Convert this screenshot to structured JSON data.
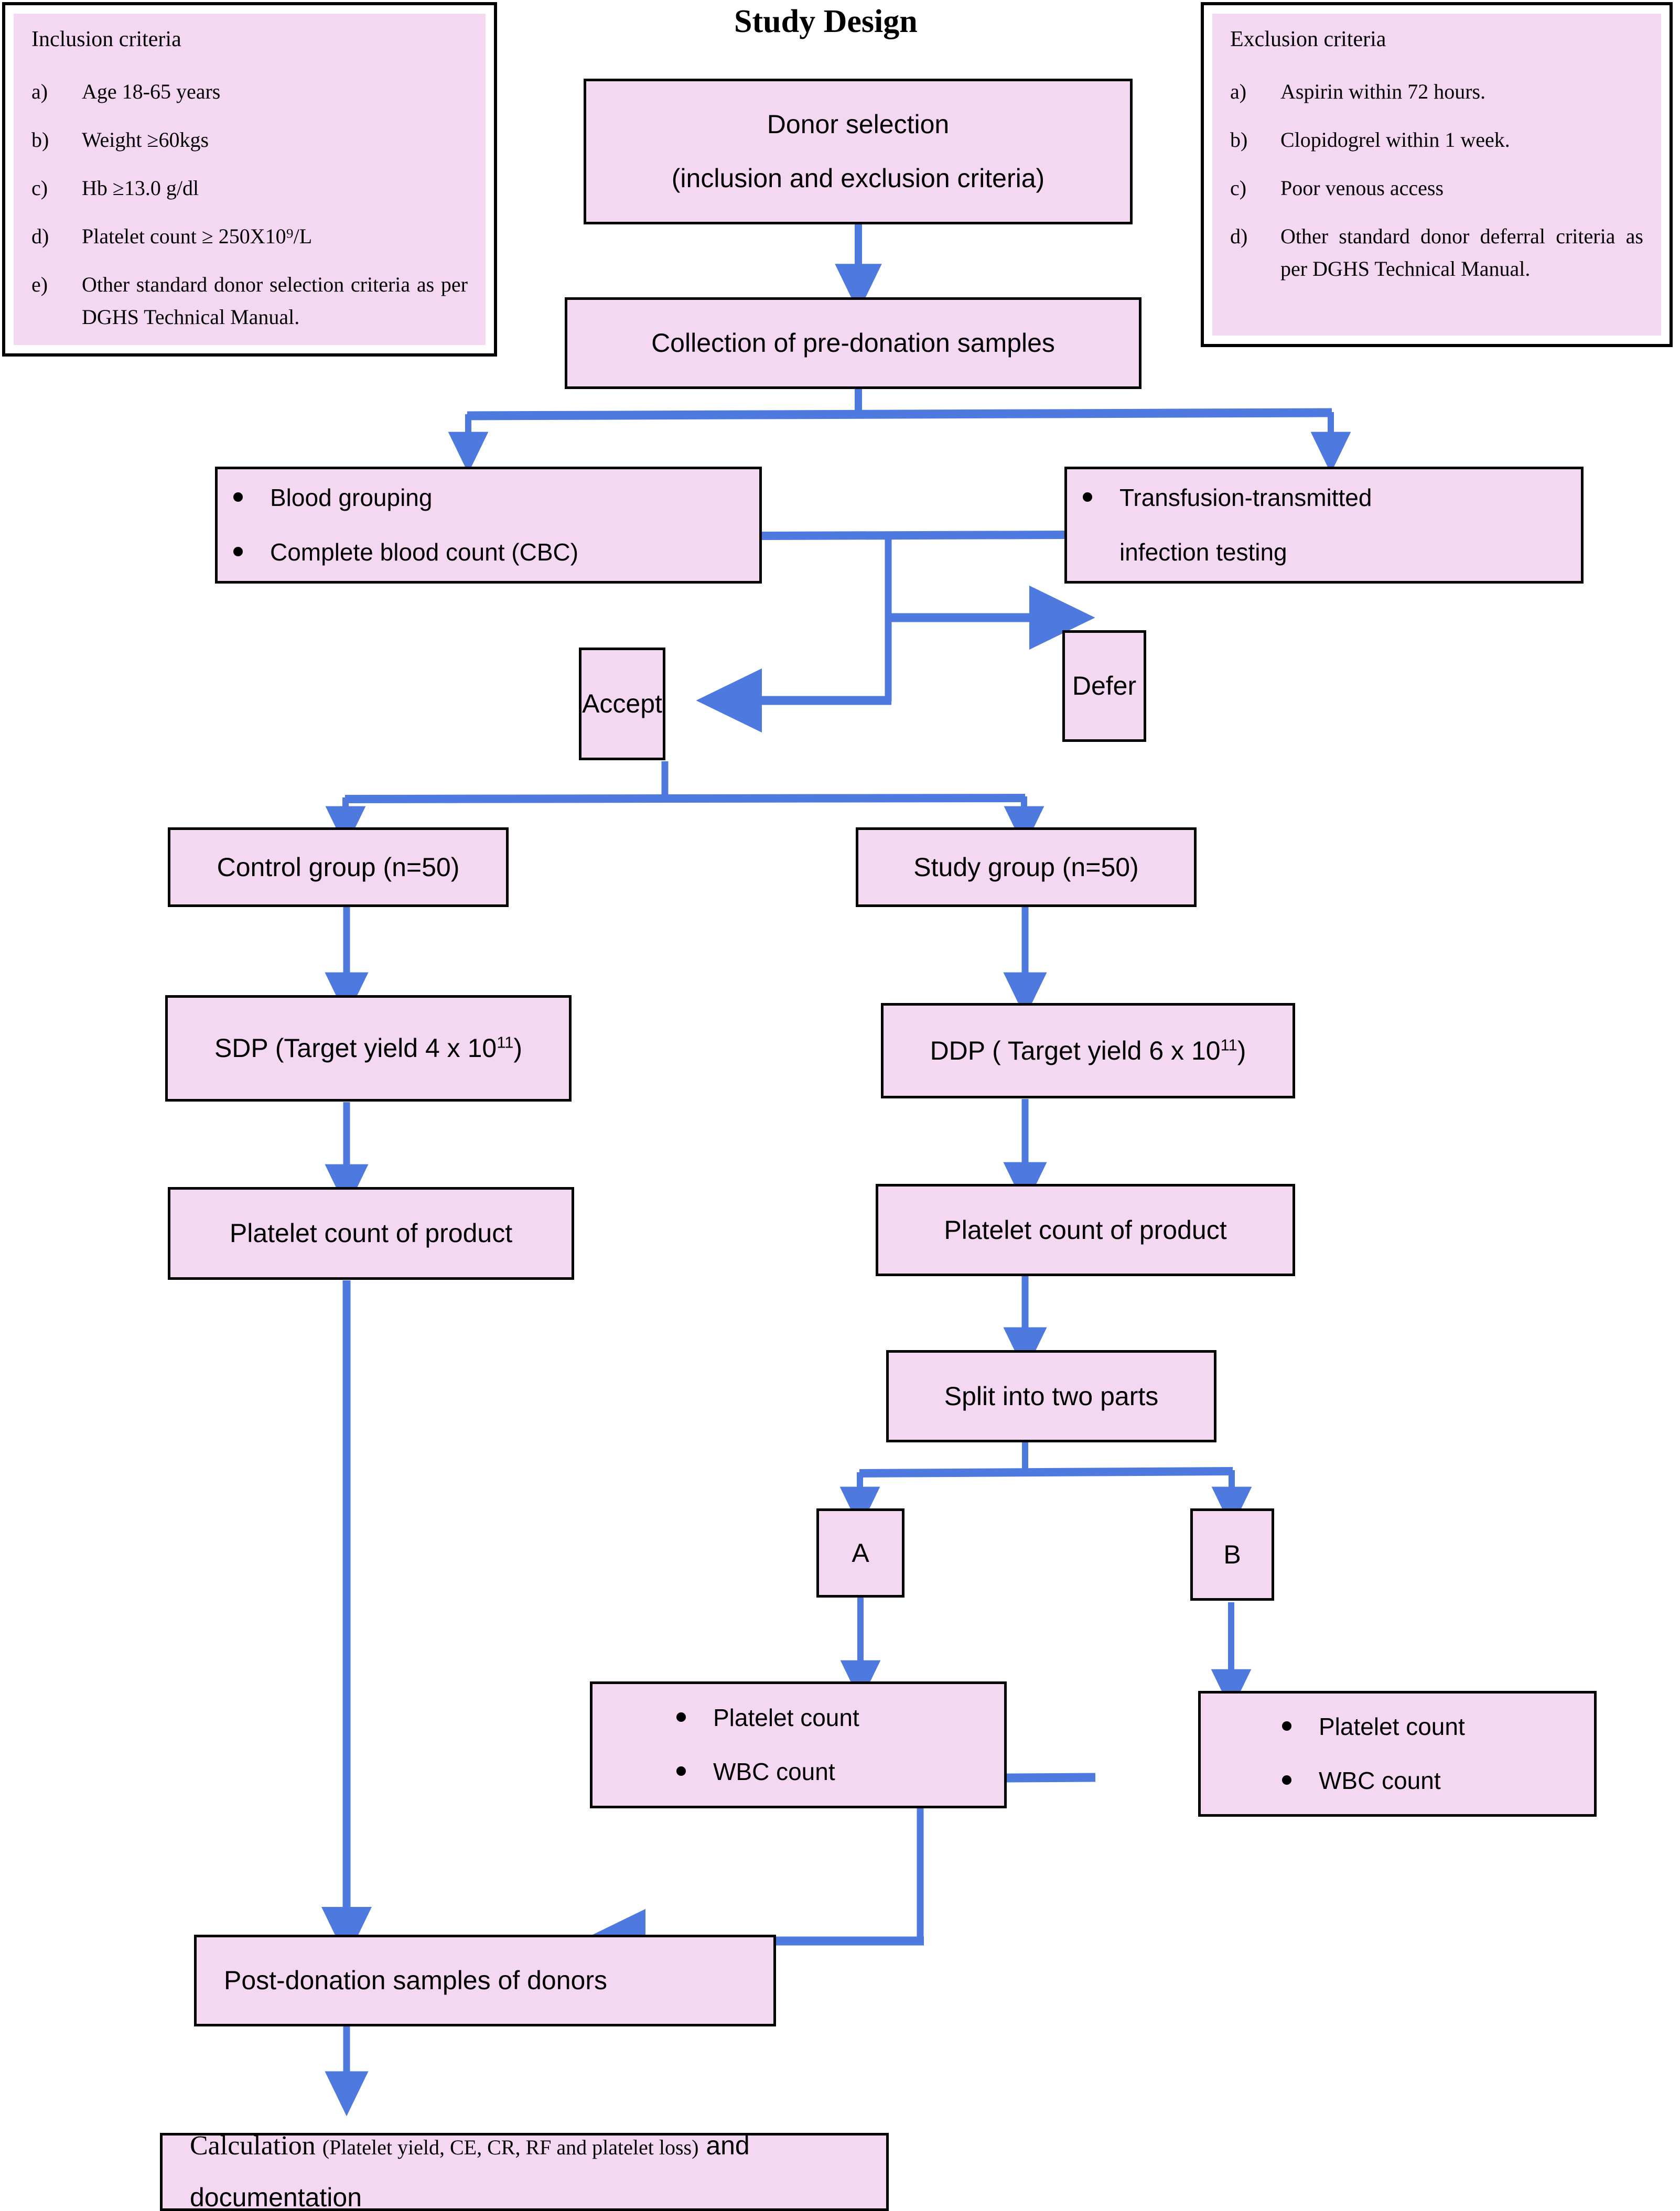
{
  "title": "Study Design",
  "colors": {
    "box_fill": "#f4d8f1",
    "box_border": "#000000",
    "arrow": "#4e7ae0"
  },
  "inclusion": {
    "heading": "Inclusion criteria",
    "items": [
      {
        "marker": "a)",
        "text": "Age 18-65 years"
      },
      {
        "marker": "b)",
        "text": "Weight ≥60kgs"
      },
      {
        "marker": "c)",
        "text": "Hb ≥13.0 g/dl"
      },
      {
        "marker": "d)",
        "text": "Platelet count ≥ 250X10⁹/L"
      },
      {
        "marker": "e)",
        "text": "Other standard donor selection criteria as per DGHS Technical Manual."
      }
    ]
  },
  "exclusion": {
    "heading": "Exclusion criteria",
    "items": [
      {
        "marker": "a)",
        "text": "Aspirin within 72 hours."
      },
      {
        "marker": "b)",
        "text": "Clopidogrel within 1 week."
      },
      {
        "marker": "c)",
        "text": "Poor venous access"
      },
      {
        "marker": "d)",
        "text": "Other standard donor deferral criteria as per DGHS Technical Manual."
      }
    ]
  },
  "nodes": {
    "donor_selection": {
      "line1": "Donor selection",
      "line2": "(inclusion and exclusion criteria)"
    },
    "collection": {
      "label": "Collection of pre-donation samples"
    },
    "pre_tests": {
      "bullets": [
        "Blood grouping",
        "Complete blood count (CBC)"
      ]
    },
    "tti": {
      "bullets": [
        "Transfusion-transmitted",
        "infection testing"
      ]
    },
    "accept": {
      "label": "Accept"
    },
    "defer": {
      "label": "Defer"
    },
    "control_group": {
      "label": "Control group (n=50)"
    },
    "study_group": {
      "label": "Study group (n=50)"
    },
    "sdp": {
      "prefix": "SDP (Target yield 4 x 10",
      "exponent": "11",
      "suffix": ")"
    },
    "ddp": {
      "prefix": "DDP ( Target yield 6 x 10",
      "exponent": "11",
      "suffix": ")"
    },
    "platelet_count_left": {
      "label": "Platelet count of product"
    },
    "platelet_count_right": {
      "label": "Platelet count of product"
    },
    "split": {
      "label": "Split into two parts"
    },
    "part_a": {
      "label": "A"
    },
    "part_b": {
      "label": "B"
    },
    "counts_a": {
      "bullets": [
        "Platelet count",
        "WBC count"
      ]
    },
    "counts_b": {
      "bullets": [
        "Platelet count",
        "WBC count"
      ]
    },
    "post_donation": {
      "label": "Post-donation samples of donors"
    },
    "calculation": {
      "part1": "Calculation ",
      "part2": "(Platelet yield, CE, CR, RF and platelet loss)",
      "part3": " and",
      "line2": "documentation"
    }
  }
}
